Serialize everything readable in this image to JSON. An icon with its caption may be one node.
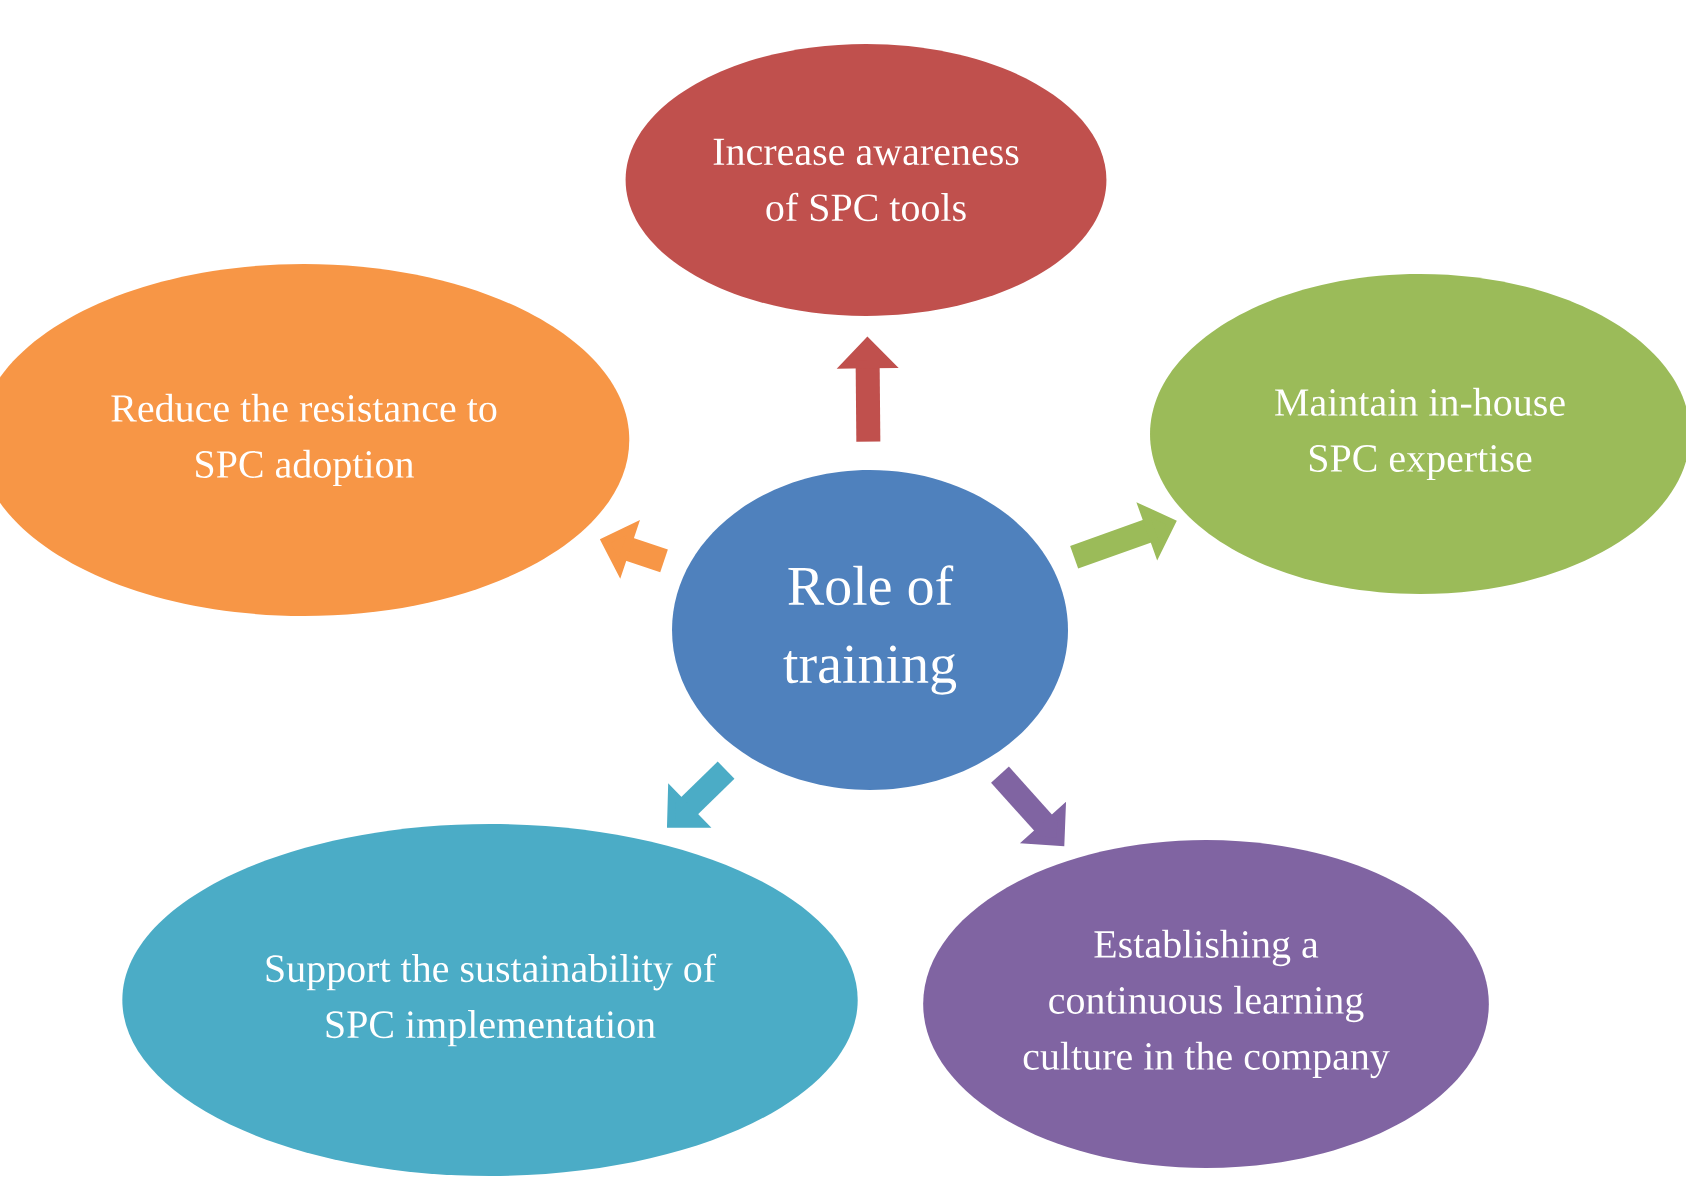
{
  "diagram": {
    "nodes": [
      {
        "text": [
          "Increase awareness of SPC tools"
        ]
      },
      {
        "text": [
          "Reduce the resistance to SPC adoption"
        ]
      },
      {
        "text": [
          "Maintain in-house SPC expertise"
        ]
      },
      {
        "text": [
          "Role of training"
        ]
      },
      {
        "text": [
          "Support the sustainability of SPC implementation"
        ]
      },
      {
        "text": [
          "Establishing a continuous learning culture in the company"
        ]
      }
    ],
    "edges": [
      {
        "from": 3,
        "to": 0,
        "arrow": "to",
        "color": "#c0504d"
      },
      {
        "from": 3,
        "to": 1,
        "arrow": "to",
        "color": "#f79646"
      },
      {
        "from": 3,
        "to": 2,
        "arrow": "to",
        "color": "#9bbb59"
      },
      {
        "from": 3,
        "to": 4,
        "arrow": "to",
        "color": "#4bacc6"
      },
      {
        "from": 3,
        "to": 5,
        "arrow": "to",
        "color": "#8064a2"
      }
    ]
  }
}
